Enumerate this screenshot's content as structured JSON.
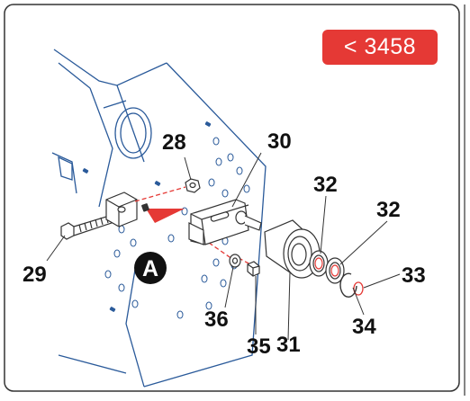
{
  "page_ref": {
    "label": "< 3458"
  },
  "detail_marker": {
    "label": "A"
  },
  "callouts": {
    "p28": "28",
    "p29": "29",
    "p30": "30",
    "p31": "31",
    "p32a": "32",
    "p32b": "32",
    "p33": "33",
    "p34": "34",
    "p35": "35",
    "p36": "36"
  },
  "colors": {
    "line_art": "#2a5a9a",
    "assembly_arrow": "#e53935",
    "badge_bg": "#e53935"
  }
}
